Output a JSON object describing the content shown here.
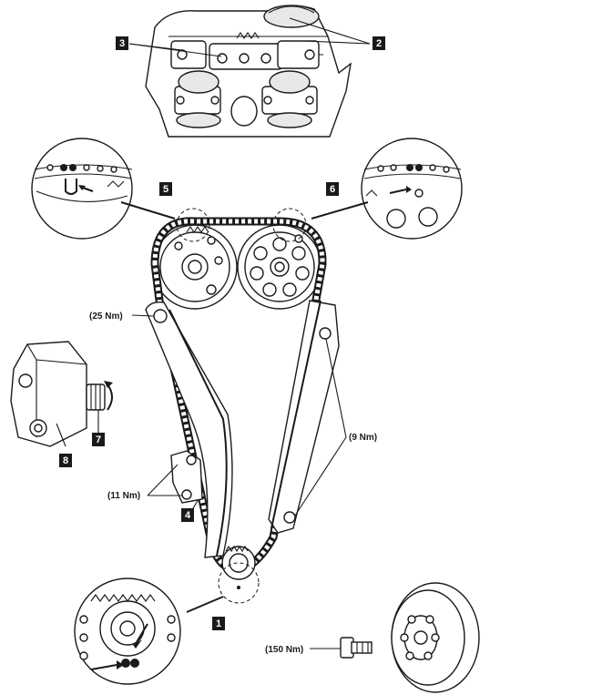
{
  "callouts": {
    "c1": "1",
    "c2": "2",
    "c3": "3",
    "c4": "4",
    "c5": "5",
    "c6": "6",
    "c7": "7",
    "c8": "8"
  },
  "torques": {
    "guide_upper": "(25 Nm)",
    "tensioner_rail": "(11 Nm)",
    "guide_right": "(9 Nm)",
    "crank_bolt": "(150 Nm)"
  },
  "colors": {
    "ink": "#1a1a1a",
    "paper": "#ffffff"
  }
}
